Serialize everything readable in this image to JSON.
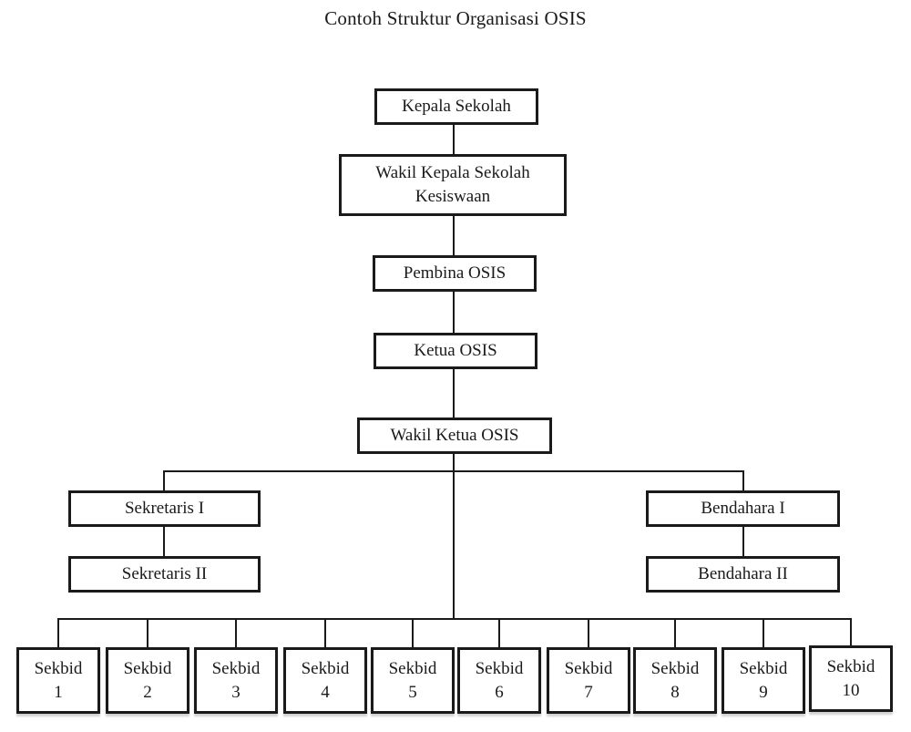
{
  "title": "Contoh Struktur Organisasi OSIS",
  "nodes": {
    "kepala_sekolah": "Kepala Sekolah",
    "wakil_kepala_sekolah": "Wakil Kepala Sekolah Kesiswaan",
    "pembina_osis": "Pembina OSIS",
    "ketua_osis": "Ketua OSIS",
    "wakil_ketua_osis": "Wakil Ketua OSIS",
    "sekretaris_1": "Sekretaris I",
    "sekretaris_2": "Sekretaris II",
    "bendahara_1": "Bendahara I",
    "bendahara_2": "Bendahara II"
  },
  "sekbid": [
    {
      "line1": "Sekbid",
      "line2": "1"
    },
    {
      "line1": "Sekbid",
      "line2": "2"
    },
    {
      "line1": "Sekbid",
      "line2": "3"
    },
    {
      "line1": "Sekbid",
      "line2": "4"
    },
    {
      "line1": "Sekbid",
      "line2": "5"
    },
    {
      "line1": "Sekbid",
      "line2": "6"
    },
    {
      "line1": "Sekbid",
      "line2": "7"
    },
    {
      "line1": "Sekbid",
      "line2": "8"
    },
    {
      "line1": "Sekbid",
      "line2": "9"
    },
    {
      "line1": "Sekbid",
      "line2": "10"
    }
  ],
  "colors": {
    "line": "#1a1a1a",
    "text": "#1a1a1a",
    "background": "#ffffff"
  }
}
